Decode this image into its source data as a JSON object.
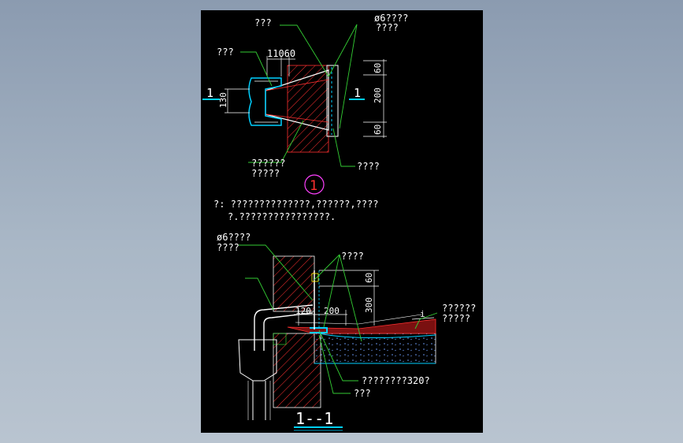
{
  "colors": {
    "background": "#8b9bb0",
    "sheet": "#000000",
    "leader": "#33cc33",
    "text": "#ffffff",
    "accent_cyan": "#00d0ff",
    "hatch_red": "#ff3030",
    "magenta": "#ff40ff",
    "yellow": "#ffff00"
  },
  "top_detail": {
    "label_top_left": "???",
    "label_top_right_1": "ø6????",
    "label_top_right_2": "????",
    "label_left": "???",
    "dim_top": "11060",
    "dim_left": "130",
    "section_mark_left": "1",
    "section_mark_right": "1",
    "dim_right": [
      "60",
      "200",
      "60"
    ],
    "label_bottom_left_1": "??????",
    "label_bottom_left_2": "?????",
    "label_bottom_right": "????",
    "detail_number": "1"
  },
  "notes": {
    "line1": "?:  ??????????????,??????,????",
    "line2": "?.????????????????."
  },
  "section_detail": {
    "label_top_left_1": "ø6????",
    "label_top_left_2": "????",
    "label_top_right": "????",
    "dim_vertical_1": "60",
    "dim_vertical_2": "300",
    "dim_horiz_1": "120",
    "dim_horiz_2": "200",
    "label_right_1": "??????",
    "label_right_2": "?????",
    "slope_mark": "i",
    "label_bottom_right": "????????320?",
    "label_bottom": "???",
    "title": "1--1"
  }
}
